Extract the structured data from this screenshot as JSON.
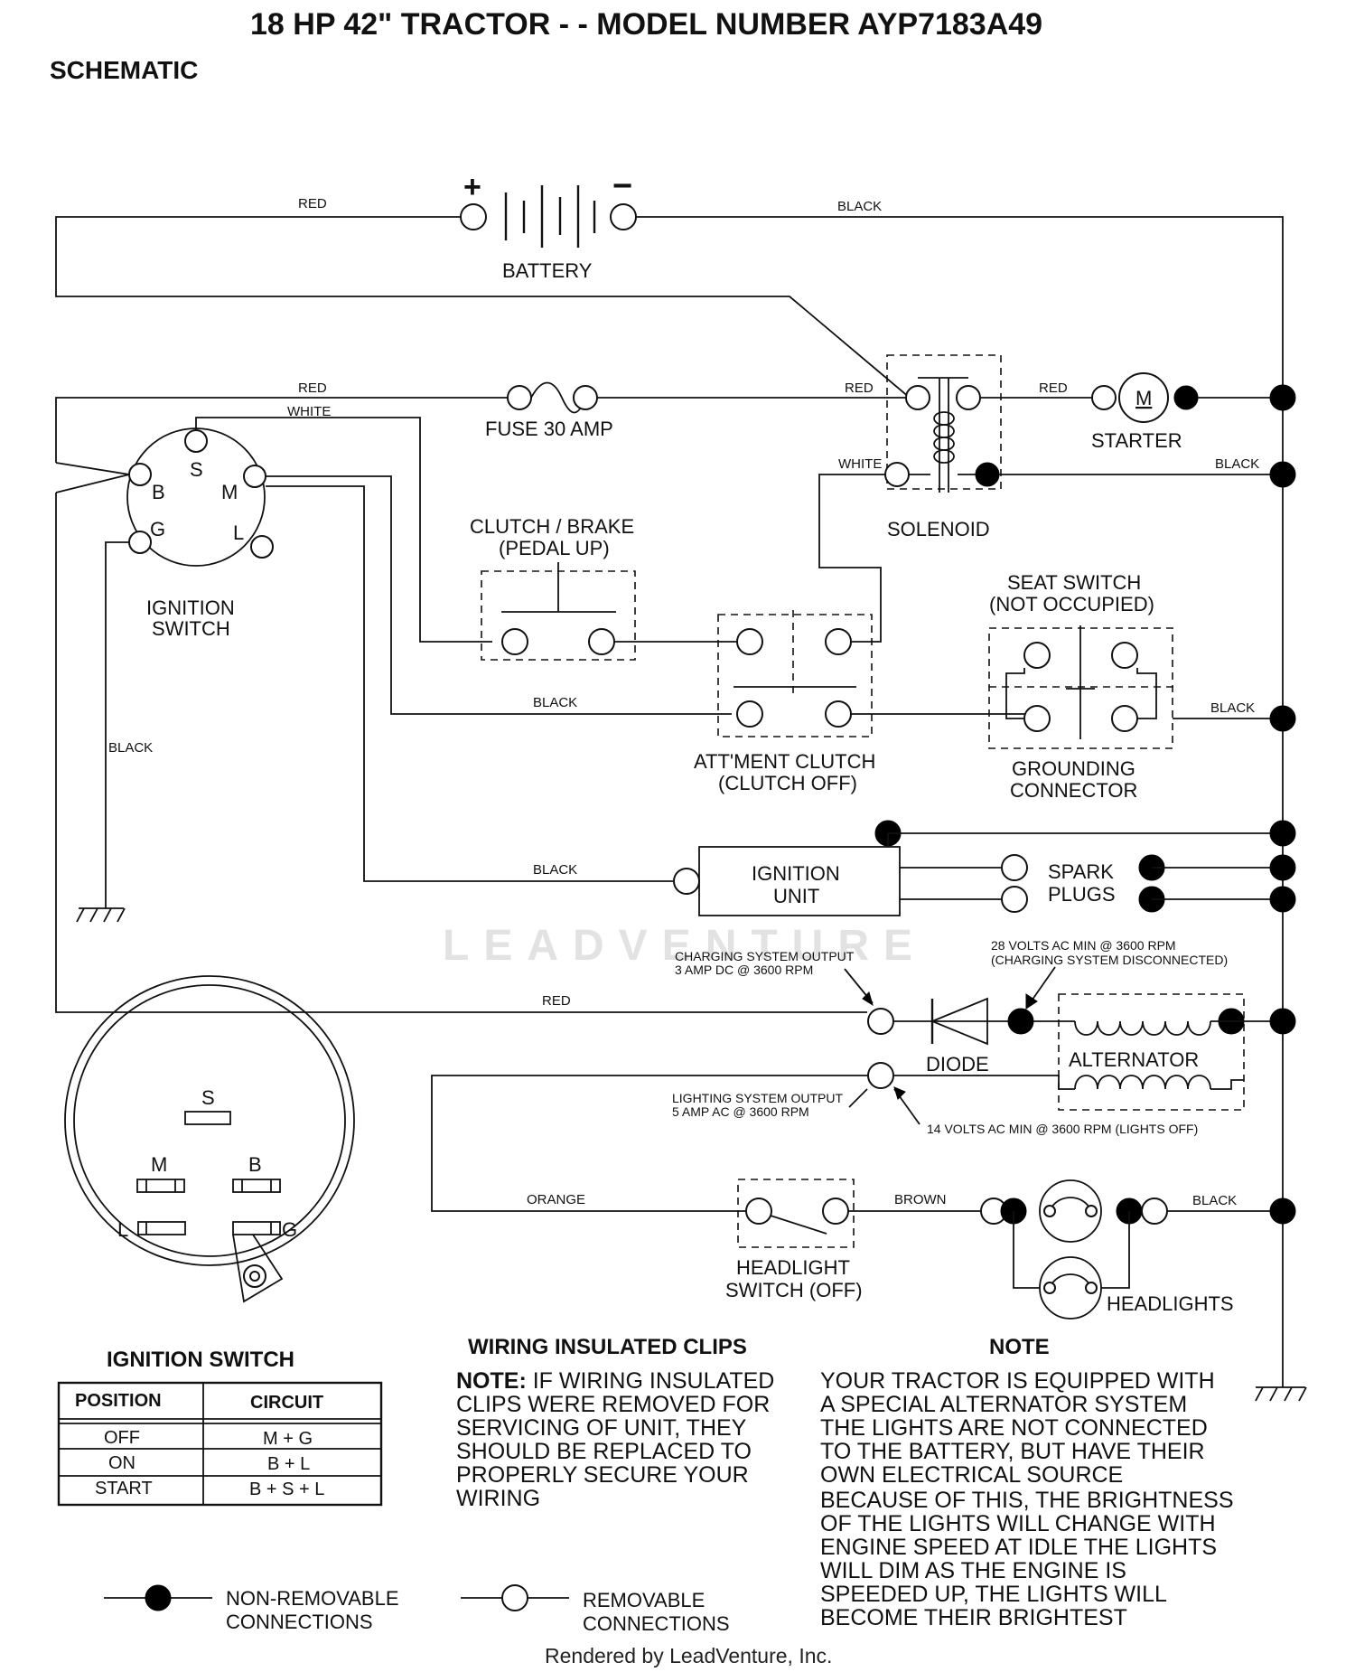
{
  "header": {
    "title": "18 HP 42\" TRACTOR - - MODEL NUMBER AYP7183A49",
    "subtitle": "SCHEMATIC"
  },
  "battery": {
    "plus": "+",
    "minus": "−",
    "label": "BATTERY"
  },
  "wires": {
    "red_top": "RED",
    "black_top": "BLACK",
    "red_fuse": "RED",
    "white_ign": "WHITE",
    "red_solenoid": "RED",
    "red_starter": "RED",
    "white_solenoid": "WHITE",
    "black_solenoid": "BLACK",
    "black_clutch": "BLACK",
    "black_seat": "BLACK",
    "black_ground": "BLACK",
    "black_ignition_unit": "BLACK",
    "red_charging": "RED",
    "orange": "ORANGE",
    "brown": "BROWN",
    "black_headlights": "BLACK"
  },
  "components": {
    "fuse": "FUSE 30 AMP",
    "starter": "STARTER",
    "starter_motor": "M",
    "solenoid": "SOLENOID",
    "ignition_switch": [
      "IGNITION",
      "SWITCH"
    ],
    "ign_terminals": {
      "s": "S",
      "b": "B",
      "m": "M",
      "g": "G",
      "l": "L"
    },
    "clutch_brake": [
      "CLUTCH / BRAKE",
      "(PEDAL UP)"
    ],
    "seat_switch": [
      "SEAT SWITCH",
      "(NOT OCCUPIED)"
    ],
    "attment_clutch": [
      "ATT'MENT CLUTCH",
      "(CLUTCH OFF)"
    ],
    "grounding_connector": [
      "GROUNDING",
      "CONNECTOR"
    ],
    "ignition_unit": [
      "IGNITION",
      "UNIT"
    ],
    "spark_plugs": [
      "SPARK",
      "PLUGS"
    ],
    "diode": "DIODE",
    "alternator": "ALTERNATOR",
    "headlight_switch": [
      "HEADLIGHT",
      "SWITCH (OFF)"
    ],
    "headlights": "HEADLIGHTS"
  },
  "annotations": {
    "charging_output": [
      "CHARGING SYSTEM OUTPUT",
      "3 AMP DC @ 3600 RPM"
    ],
    "volts_28": [
      "28 VOLTS AC MIN  @ 3600 RPM",
      "(CHARGING SYSTEM DISCONNECTED)"
    ],
    "lighting_output": [
      "LIGHTING SYSTEM OUTPUT",
      "5 AMP AC @ 3600 RPM"
    ],
    "volts_14": "14 VOLTS AC MIN  @ 3600 RPM (LIGHTS OFF)"
  },
  "switch_face": {
    "s": "S",
    "m": "M",
    "b": "B",
    "l": "L",
    "g": "G"
  },
  "ignition_table": {
    "title": "IGNITION SWITCH",
    "headers": [
      "POSITION",
      "CIRCUIT"
    ],
    "rows": [
      [
        "OFF",
        "M + G"
      ],
      [
        "ON",
        "B + L"
      ],
      [
        "START",
        "B + S + L"
      ]
    ]
  },
  "clips": {
    "title": "WIRING INSULATED CLIPS",
    "note_label": "NOTE:",
    "lines": [
      " IF WIRING INSULATED",
      "CLIPS WERE REMOVED FOR",
      "SERVICING OF UNIT, THEY",
      "SHOULD BE REPLACED TO",
      "PROPERLY SECURE YOUR",
      "WIRING"
    ]
  },
  "note": {
    "title": "NOTE",
    "lines": [
      "YOUR TRACTOR IS EQUIPPED WITH",
      "A SPECIAL ALTERNATOR SYSTEM",
      "THE LIGHTS ARE NOT CONNECTED",
      "TO  THE BATTERY, BUT HAVE THEIR",
      "OWN ELECTRICAL SOURCE",
      "BECAUSE OF THIS, THE BRIGHTNESS",
      "OF THE LIGHTS WILL CHANGE WITH",
      "ENGINE SPEED   AT IDLE THE LIGHTS",
      "WILL DIM   AS THE ENGINE IS",
      "SPEEDED UP, THE LIGHTS WILL",
      "BECOME THEIR BRIGHTEST"
    ]
  },
  "legend": {
    "non_removable": [
      "NON-REMOVABLE",
      "CONNECTIONS"
    ],
    "removable": [
      "REMOVABLE",
      "CONNECTIONS"
    ]
  },
  "watermark": "LEADVENTURE",
  "footer": "Rendered by LeadVenture, Inc."
}
